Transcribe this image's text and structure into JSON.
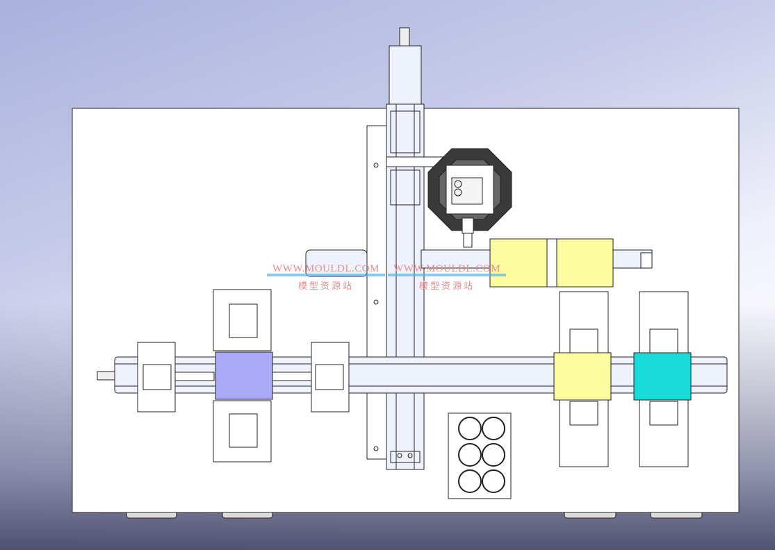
{
  "watermarks": [
    {
      "url": "WWW.MOULDL.COM",
      "cn": "模型资源站"
    },
    {
      "url": "WWW.MOULDL.COM",
      "cn": "模型资源站"
    }
  ],
  "colors": {
    "plate": "#ffffff",
    "column": "#eef2fc",
    "yellow": "#fdfca0",
    "purple": "#aaaaf8",
    "cyan": "#1cdada",
    "octagon": "#3a3a3a"
  }
}
